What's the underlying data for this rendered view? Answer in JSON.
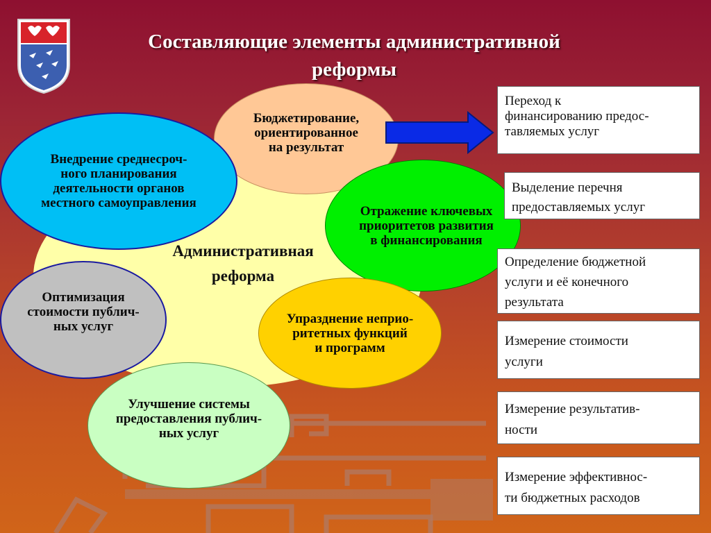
{
  "title": {
    "line1": "Составляющие элементы административной",
    "line2": "реформы"
  },
  "center": {
    "line1": "Административная",
    "line2": "реформа"
  },
  "ellipses": {
    "budgeting": [
      "Бюджетирование,",
      "ориентированное",
      "на результат"
    ],
    "medium_term": [
      "Внедрение среднесроч-",
      "ного  планирования",
      "деятельности органов",
      "местного самоуправления"
    ],
    "priorities": [
      "Отражение ключевых",
      "приоритетов развития",
      "в  финансирования"
    ],
    "optimization": [
      "Оптимизация",
      "стоимости публич-",
      "ных услуг"
    ],
    "abolition": [
      "Упразднение неприо-",
      "ритетных функций",
      "и программ"
    ],
    "improvement": [
      "Улучшение системы",
      "предоставления публич-",
      "ных услуг"
    ]
  },
  "boxes": [
    [
      "Переход к",
      "финансированию предос-",
      "тавляемых услуг"
    ],
    [
      "Выделение перечня",
      "предоставляемых услуг"
    ],
    [
      "Определение бюджетной",
      " услуги и её конечного",
      " результата"
    ],
    [
      "Измерение стоимости",
      "услуги"
    ],
    [
      "Измерение результатив-",
      "ности"
    ],
    [
      "Измерение эффективнос-",
      "ти бюджетных расходов"
    ]
  ],
  "colors": {
    "arrow": "#0a2ae6",
    "budgeting": "#ffc896",
    "medium_term": "#00bff5",
    "priorities": "#00f000",
    "optimization": "#c0c0c0",
    "abolition": "#ffd100",
    "improvement": "#c9ffc2"
  },
  "icons": {
    "emblem": "city-coat-of-arms-icon",
    "arrow": "arrow-right-icon"
  }
}
